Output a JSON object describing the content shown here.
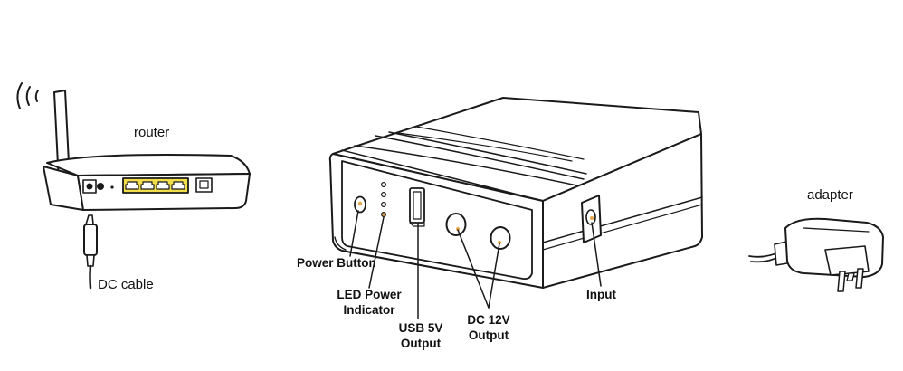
{
  "labels": {
    "router": "router",
    "dc_cable": "DC cable",
    "adapter": "adapter",
    "power_button": "Power Button",
    "led_power_indicator_line1": "LED Power",
    "led_power_indicator_line2": "Indicator",
    "usb_output_line1": "USB 5V",
    "usb_output_line2": "Output",
    "dc_output_line1": "DC 12V",
    "dc_output_line2": "Output",
    "input": "Input"
  },
  "colors": {
    "line": "#1a1a1a",
    "port_yellow": "#f2dd4a",
    "led_orange": "#e8a64a",
    "shade": "#e9e9e9"
  }
}
